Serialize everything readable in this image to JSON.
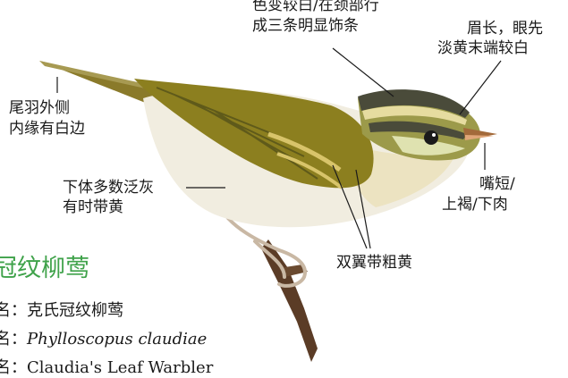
{
  "annotations": {
    "crown_stripes": [
      "色变较白/在颈部行",
      "成三条明显饰条"
    ],
    "eyebrow": [
      "眉长，眼先",
      "淡黄末端较白"
    ],
    "tail": [
      "尾羽外侧",
      "内缘有白边"
    ],
    "underparts": [
      "下体多数泛灰",
      "有时带黄"
    ],
    "bill": [
      "嘴短/",
      "上褐/下肉"
    ],
    "wingbars": "双翼带粗黄"
  },
  "species": {
    "title": "冠纹柳莺",
    "chinese_name_row": "名：克氏冠纹柳莺",
    "scientific_prefix": "名：",
    "scientific_name": "Phylloscopus claudiae",
    "english_row_partial": "名：Claudia's Leaf Warbler"
  },
  "colors": {
    "title_green": "#3fa24a",
    "wing_olive": "#8c7f1f",
    "belly_cream": "#f1ede0",
    "crown_dark": "#4a4b3a"
  }
}
